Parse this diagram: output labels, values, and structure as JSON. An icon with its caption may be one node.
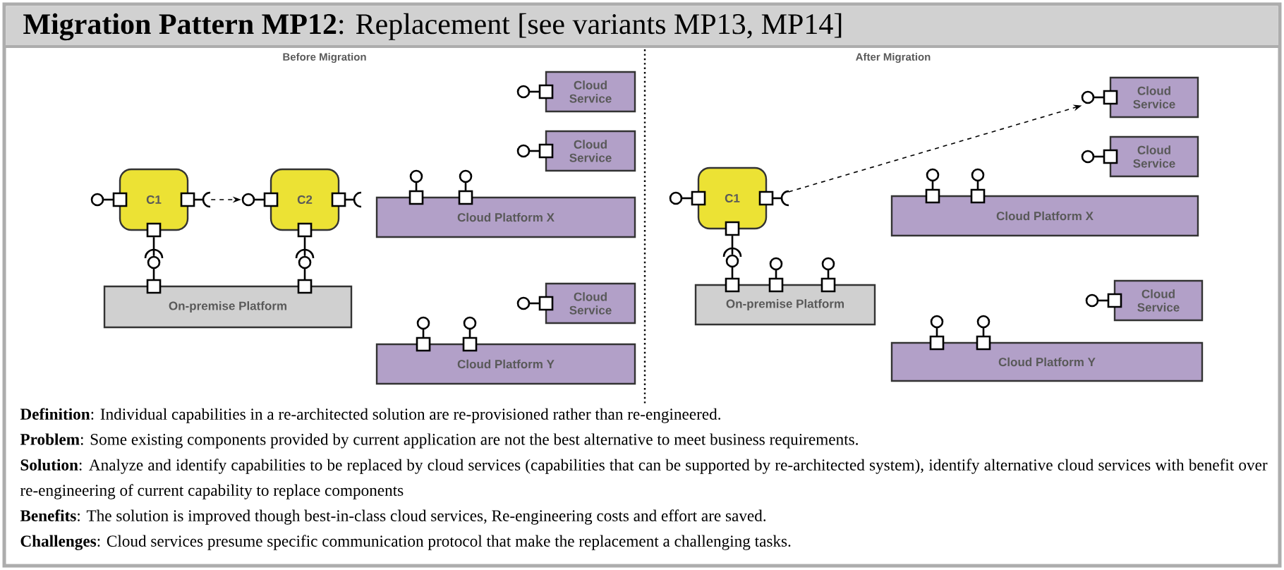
{
  "diagram": {
    "title": "**Migration Pattern MP12**: Replacement [see variants MP13, MP14]",
    "nodes": [
      {
        "text": [
          "Cloud Service"
        ]
      },
      {
        "text": [
          "Cloud Service"
        ]
      },
      {
        "text": [
          "C1"
        ]
      },
      {
        "text": [
          "C2"
        ]
      },
      {
        "text": [
          "Cloud Platform X"
        ]
      },
      {
        "text": [
          "On-premise Platform"
        ]
      },
      {
        "text": [
          "Cloud Service"
        ]
      },
      {
        "text": [
          "Cloud Platform Y"
        ]
      },
      {
        "text": [
          "Cloud Service"
        ]
      },
      {
        "text": [
          "Cloud Service"
        ]
      },
      {
        "text": [
          "C1"
        ]
      },
      {
        "text": [
          "Cloud Platform X"
        ]
      },
      {
        "text": [
          "On-premise Platform"
        ]
      },
      {
        "text": [
          "Cloud Service"
        ]
      },
      {
        "text": [
          "Cloud Platform Y"
        ]
      }
    ],
    "edges": [
      {
        "from": 2,
        "to": 3,
        "arrow": "to",
        "style": "dashed"
      },
      {
        "from": 2,
        "to": 5,
        "arrow": "none"
      },
      {
        "from": 3,
        "to": 5,
        "arrow": "none"
      },
      {
        "from": 10,
        "to": 8,
        "arrow": "to",
        "style": "dashed"
      },
      {
        "from": 10,
        "to": 12,
        "arrow": "none"
      }
    ],
    "labels": [
      "Before Migration",
      "After Migration",
      "**Definition**: Individual capabilities in a re-architected solution are re-provisioned rather than re-engineered.",
      "**Problem**: Some existing components provided by current application are not the best alternative to meet business requirements.",
      "**Solution**: Analyze and identify capabilities to be replaced by cloud services (capabilities that can be supported by re-architected system), identify alternative cloud services with benefit over re-engineering of current capability to replace components",
      "**Benefits**: The solution is improved though best-in-class cloud services, Re-engineering costs and effort are saved.",
      "**Challenges**: Cloud services presume specific communication protocol that make the replacement a challenging tasks."
    ]
  }
}
